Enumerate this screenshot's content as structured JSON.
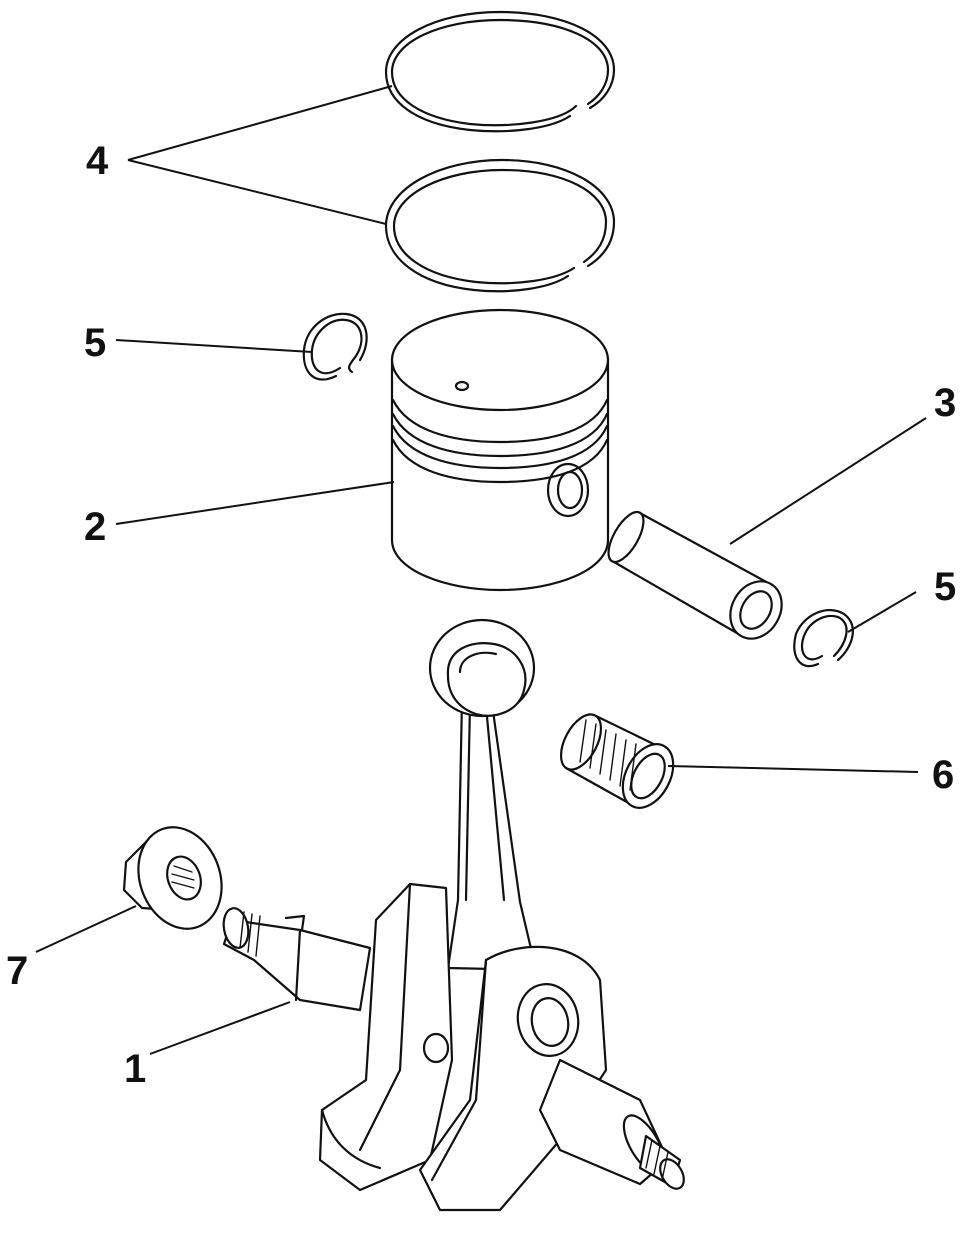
{
  "callouts": {
    "c1": "1",
    "c2": "2",
    "c3": "3",
    "c4": "4",
    "c5a": "5",
    "c5b": "5",
    "c6": "6",
    "c7": "7"
  },
  "colors": {
    "line": "#111111",
    "background": "#ffffff"
  },
  "parts": [
    "crankshaft-assembly",
    "piston",
    "piston-pin",
    "piston-rings",
    "circlip",
    "needle-bearing",
    "flange-nut"
  ]
}
